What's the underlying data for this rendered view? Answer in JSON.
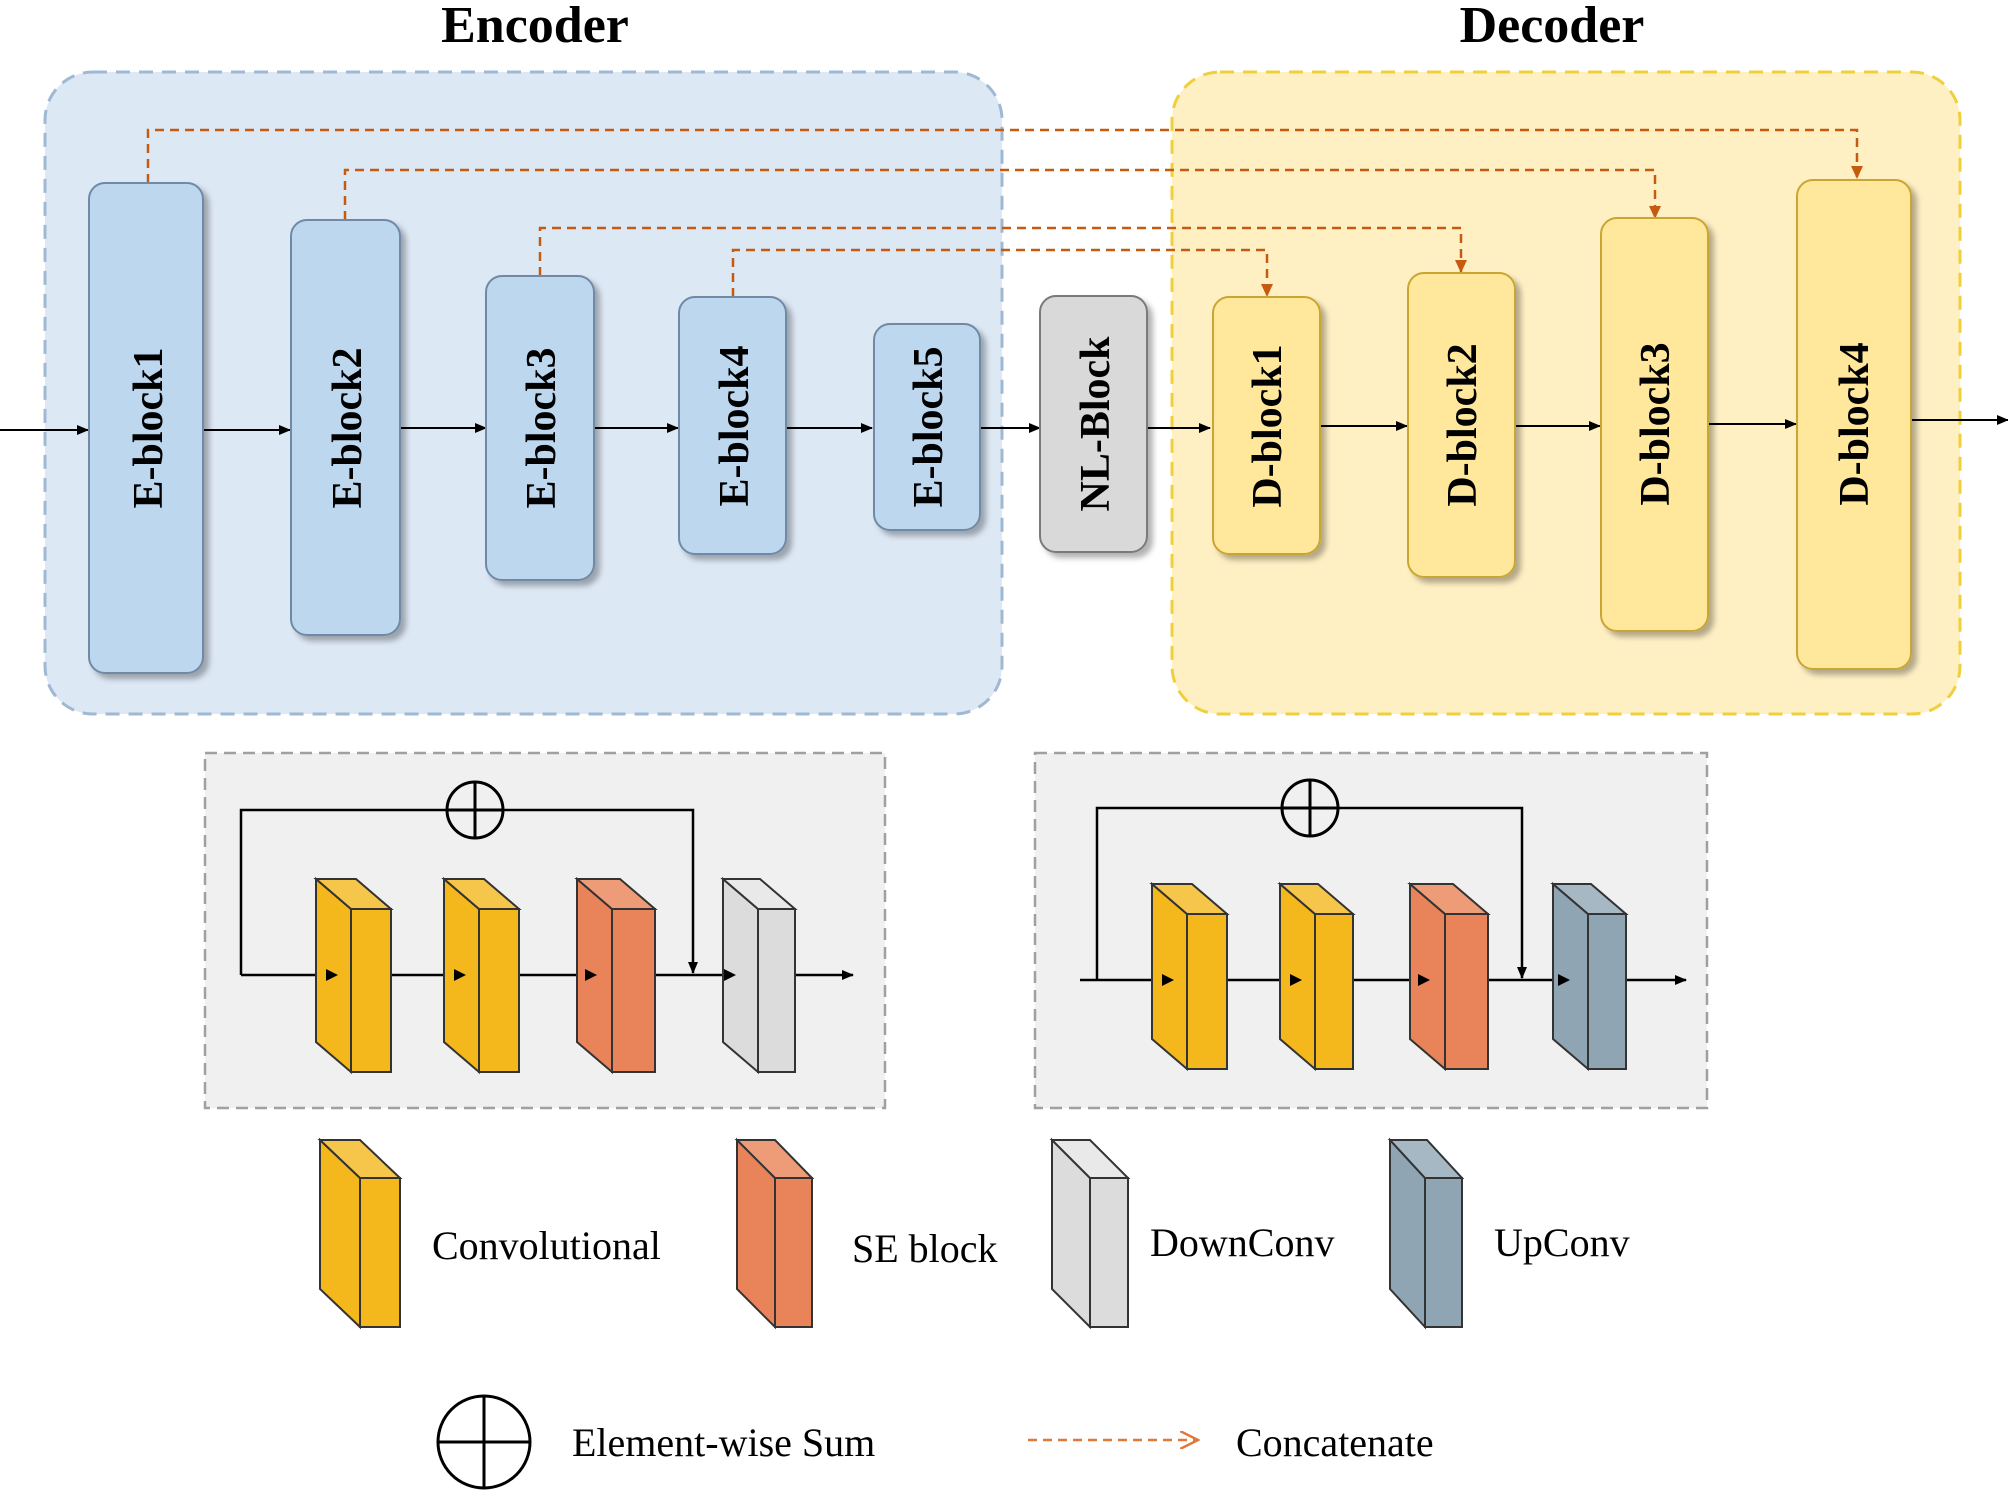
{
  "encoder": {
    "title": "Encoder",
    "blocks": [
      "E-block1",
      "E-block2",
      "E-block3",
      "E-block4",
      "E-block5"
    ]
  },
  "bottleneck": {
    "label": "NL-Block"
  },
  "decoder": {
    "title": "Decoder",
    "blocks": [
      "D-block1",
      "D-block2",
      "D-block3",
      "D-block4"
    ]
  },
  "legend": {
    "convolutional": "Convolutional",
    "se_block": "SE block",
    "downconv": "DownConv",
    "upconv": "UpConv",
    "element_wise_sum": "Element-wise Sum",
    "concatenate": "Concatenate"
  },
  "colors": {
    "encoder_panel": "#dde8f5",
    "encoder_block": "#bdd7ee",
    "decoder_panel": "#fff0c4",
    "decoder_block": "#ffe89c",
    "nl_block": "#d9d9d9",
    "conv": "#f4b81c",
    "se": "#e9845a",
    "downconv": "#dcdcdc",
    "upconv": "#8fa5b4",
    "concat_arrow": "#c55a11"
  }
}
